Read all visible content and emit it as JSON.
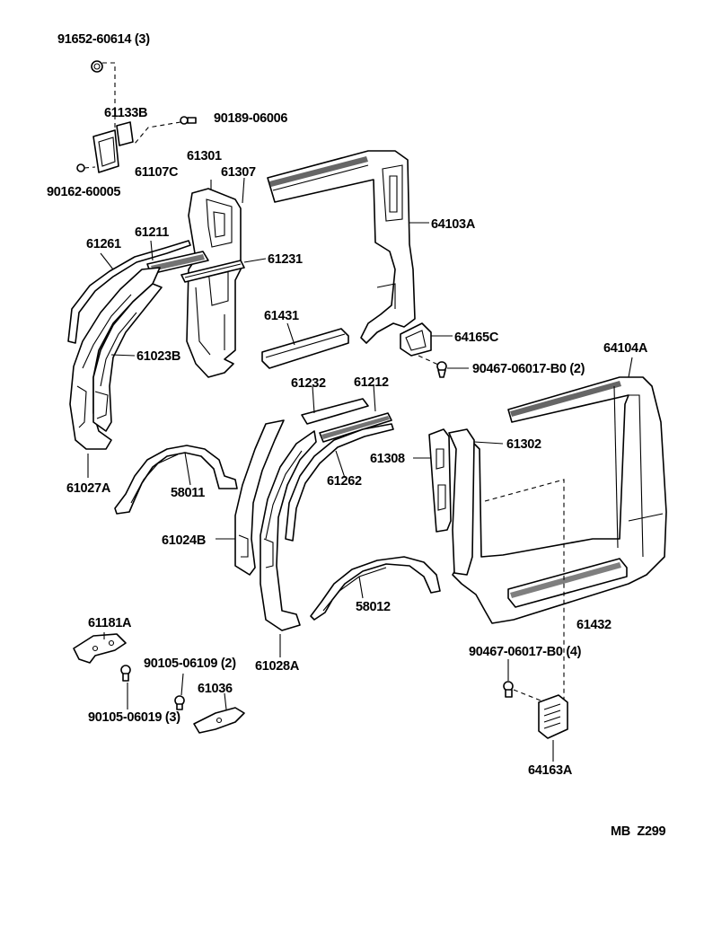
{
  "diagram": {
    "code": "MB  Z299",
    "labels": {
      "p91652": "91652-60614 (3)",
      "p61133B": "61133B",
      "p90189": "90189-06006",
      "p61107C": "61107C",
      "p90162": "90162-60005",
      "p61301": "61301",
      "p61307": "61307",
      "p64103A": "64103A",
      "p61211": "61211",
      "p61261": "61261",
      "p61231": "61231",
      "p61431": "61431",
      "p64165C": "64165C",
      "p61023B": "61023B",
      "p64104A": "64104A",
      "p90467a": "90467-06017-B0 (2)",
      "p61232": "61232",
      "p61212": "61212",
      "p61302": "61302",
      "p61027A": "61027A",
      "p58011": "58011",
      "p61308": "61308",
      "p61262": "61262",
      "p61024B": "61024B",
      "p58012": "58012",
      "p61432": "61432",
      "p61181A": "61181A",
      "p90105a": "90105-06109 (2)",
      "p90467b": "90467-06017-B0 (4)",
      "p61036": "61036",
      "p61028A": "61028A",
      "p90105b": "90105-06019 (3)",
      "p64163A": "64163A"
    }
  }
}
